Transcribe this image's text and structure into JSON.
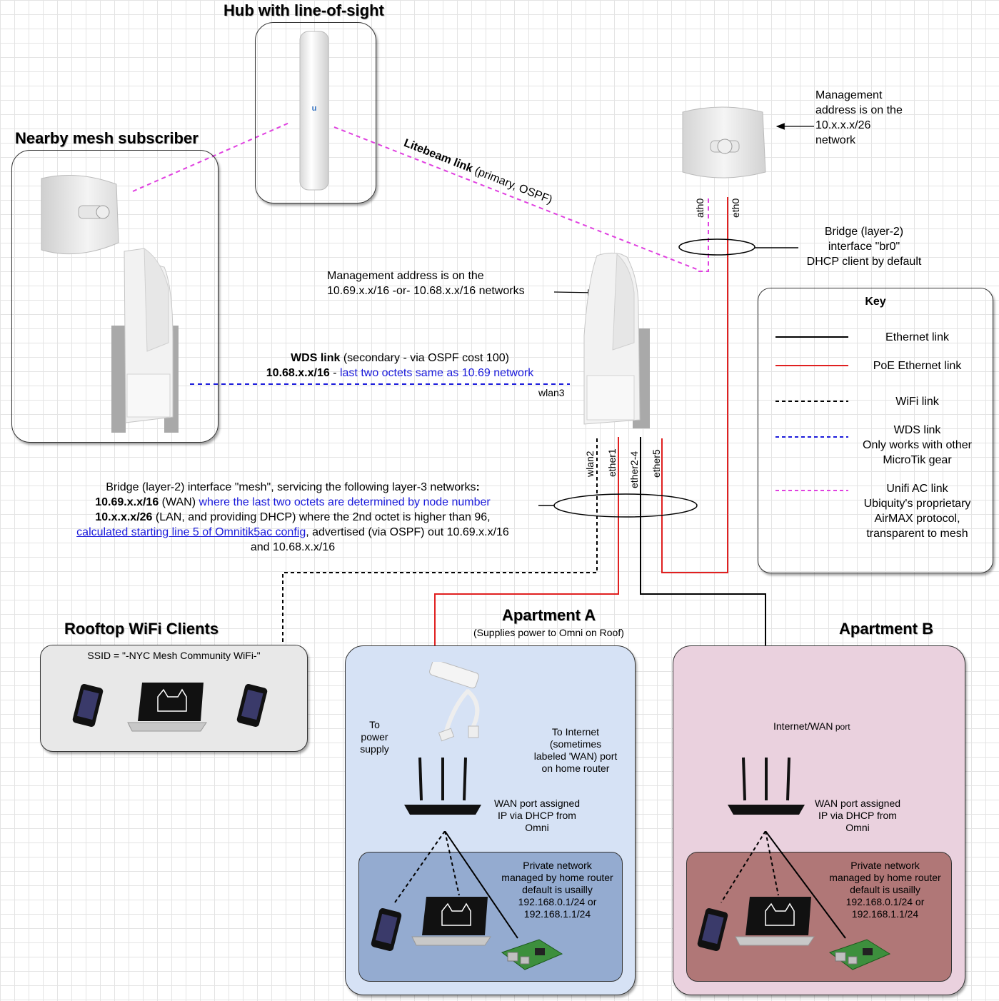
{
  "titles": {
    "hub": "Hub with line-of-sight",
    "subscriber": "Nearby mesh subscriber",
    "rooftop": "Rooftop WiFi Clients",
    "apt_a": "Apartment A",
    "apt_a_sub": "(Supplies power to Omni on Roof)",
    "apt_b": "Apartment B"
  },
  "litebeam": {
    "mgmt": [
      "Management",
      "address is on the",
      "10.x.x.x/26",
      "network"
    ],
    "bridge": [
      "Bridge (layer-2)",
      "interface \"br0\"",
      "DHCP client by default"
    ],
    "ports": {
      "ath0": "ath0",
      "eth0": "eth0"
    },
    "link_bold": "Litebeam link",
    "link_rest": " (primary, OSPF)"
  },
  "omni": {
    "mgmt": [
      "Management address is on the",
      "10.69.x.x/16 -or- 10.68.x.x/16 networks"
    ],
    "wds_bold": "WDS link",
    "wds_rest": " (secondary - via OSPF cost 100)",
    "wds_net_bold": "10.68.x.x/16",
    "wds_net_sep": " - ",
    "wds_net_blue": "last two octets same as 10.69 network",
    "wlan3": "wlan3",
    "ports": {
      "wlan2": "wlan2",
      "ether1": "ether1",
      "ether2": "ether2-4",
      "ether5": "ether5"
    }
  },
  "mesh_bridge": {
    "l1": "Bridge (layer-2) interface \"mesh\", servicing the following layer-3 networks",
    "l1_colon": ":",
    "l2_bold": "10.69.x.x/16",
    "l2_mid": " (WAN) ",
    "l2_blue": "where the last two octets are determined by node number",
    "l3_bold": "10.x.x.x/26",
    "l3_rest": " (LAN, and providing DHCP) where the 2nd octet is higher than 96,",
    "l4_blue": "calculated starting line 5 of Omnitik5ac config",
    "l4_rest": ", advertised (via OSPF) out 10.69.x.x/16",
    "l5": "and 10.68.x.x/16"
  },
  "key": {
    "title": "Key",
    "items": [
      {
        "label": [
          "Ethernet link"
        ]
      },
      {
        "label": [
          "PoE Ethernet link"
        ]
      },
      {
        "label": [
          "WiFi link"
        ]
      },
      {
        "label": [
          "WDS link",
          "Only works with other",
          "MicroTik gear"
        ]
      },
      {
        "label": [
          "Unifi AC link",
          "Ubiquity's proprietary",
          "AirMAX protocol,",
          "transparent to mesh"
        ]
      }
    ]
  },
  "rooftop": {
    "ssid": "SSID = \"-NYC Mesh Community WiFi-\""
  },
  "apt_a": {
    "power": [
      "To",
      "power",
      "supply"
    ],
    "internet": [
      "To Internet",
      "(sometimes",
      "labeled 'WAN) port",
      "on home router"
    ],
    "wan": [
      "WAN port assigned",
      "IP via DHCP from",
      "Omni"
    ],
    "private": [
      "Private network",
      "managed by home router",
      "default is usailly",
      "192.168.0.1/24 or",
      "192.168.1.1/24"
    ]
  },
  "apt_b": {
    "wan_label": "Internet/WAN",
    "wan_label_small": " port",
    "wan": [
      "WAN port assigned",
      "IP via DHCP from",
      "Omni"
    ],
    "private": [
      "Private network",
      "managed by home router",
      "default is usailly",
      "192.168.0.1/24 or",
      "192.168.1.1/24"
    ]
  },
  "colors": {
    "poe": "#e02020",
    "wds": "#1a1adb",
    "unifi": "#e040e0",
    "apt_a_bg": "#d6e2f5",
    "apt_a_inner": "#94abd0",
    "apt_b_bg": "#ead1de",
    "apt_b_inner": "#b07777",
    "rooftop_bg": "#e8e8e8"
  }
}
